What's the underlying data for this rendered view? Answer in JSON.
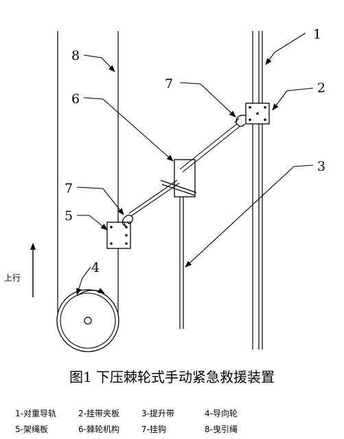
{
  "labels": {
    "l1": "1",
    "l2": "2",
    "l3": "3",
    "l4": "4",
    "l5": "5",
    "l6": "6",
    "l7a": "7",
    "l7b": "7",
    "l8": "8"
  },
  "direction_label": "上行",
  "caption": "图1 下压棘轮式手动紧急救援装置",
  "legend": [
    "1-对重导轨",
    "2-挂带夹板",
    "3-提升带",
    "4-导向轮",
    "5-架绳板",
    "6-棘轮机构",
    "7-挂钩",
    "8-曳引绳"
  ]
}
